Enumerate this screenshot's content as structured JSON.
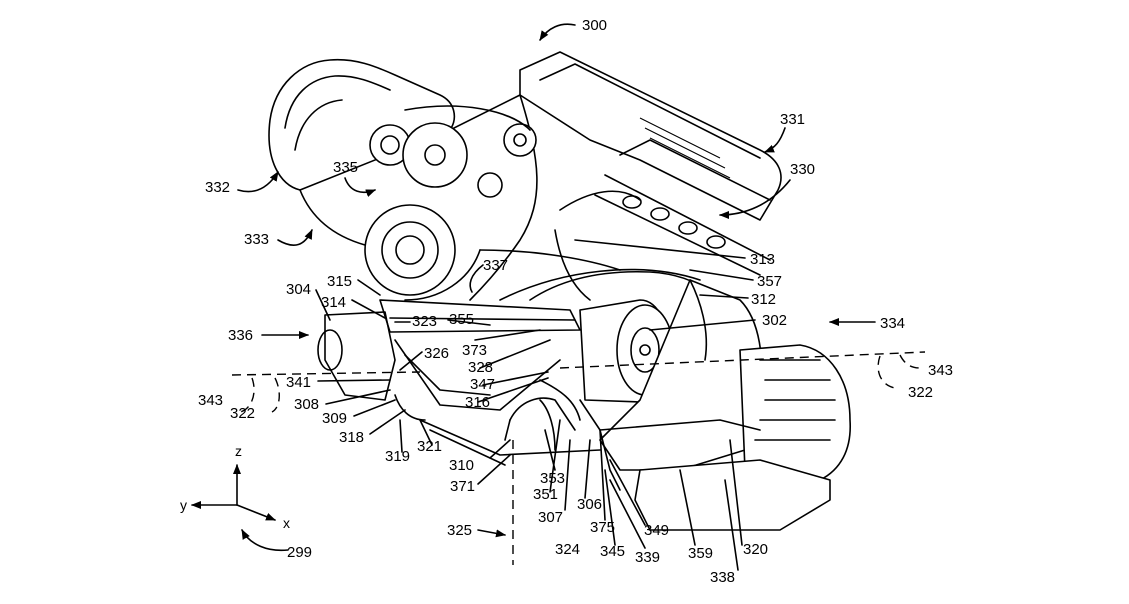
{
  "figure": {
    "reference_numerals": [
      "300",
      "331",
      "330",
      "332",
      "335",
      "333",
      "313",
      "337",
      "357",
      "315",
      "304",
      "314",
      "312",
      "323",
      "355",
      "302",
      "336",
      "334",
      "326",
      "373",
      "328",
      "343",
      "341",
      "347",
      "343",
      "322",
      "316",
      "308",
      "322",
      "309",
      "318",
      "321",
      "319",
      "310",
      "353",
      "371",
      "351",
      "306",
      "307",
      "375",
      "349",
      "325",
      "324",
      "345",
      "339",
      "359",
      "320",
      "338",
      "299"
    ],
    "axes": {
      "z": "z",
      "y": "y",
      "x": "x"
    }
  }
}
